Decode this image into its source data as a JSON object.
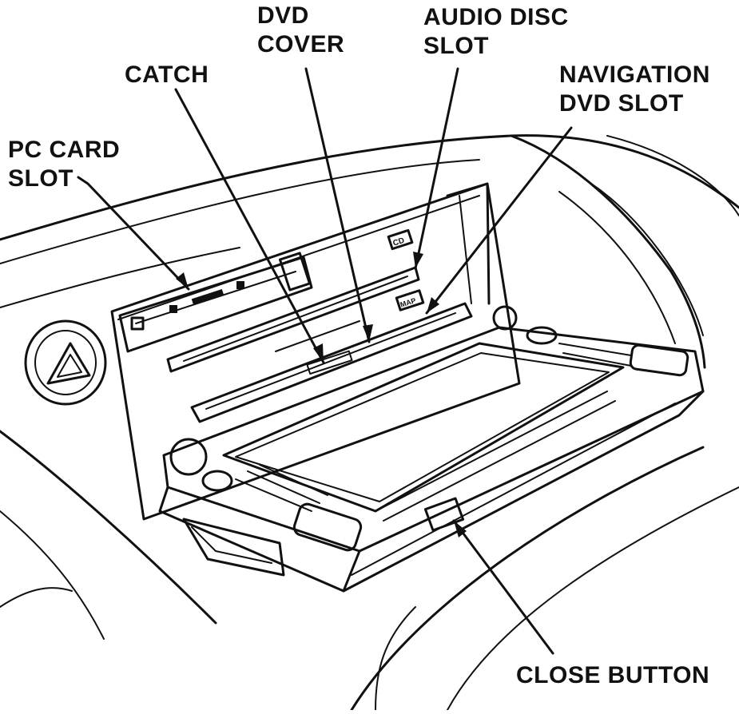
{
  "labels": {
    "dvd_cover": [
      "DVD",
      "COVER"
    ],
    "audio_disc_slot": [
      "AUDIO DISC",
      "SLOT"
    ],
    "catch": [
      "CATCH"
    ],
    "navigation_dvd_slot": [
      "NAVIGATION",
      "DVD SLOT"
    ],
    "pc_card_slot": [
      "PC CARD",
      "SLOT"
    ],
    "close_button": [
      "CLOSE BUTTON"
    ]
  },
  "panel_marks": {
    "cd_badge": "CD",
    "map_badge": "MAP"
  },
  "colors": {
    "ink": "#111111",
    "paper": "#ffffff"
  },
  "icons": [
    "hazard-button-icon"
  ]
}
